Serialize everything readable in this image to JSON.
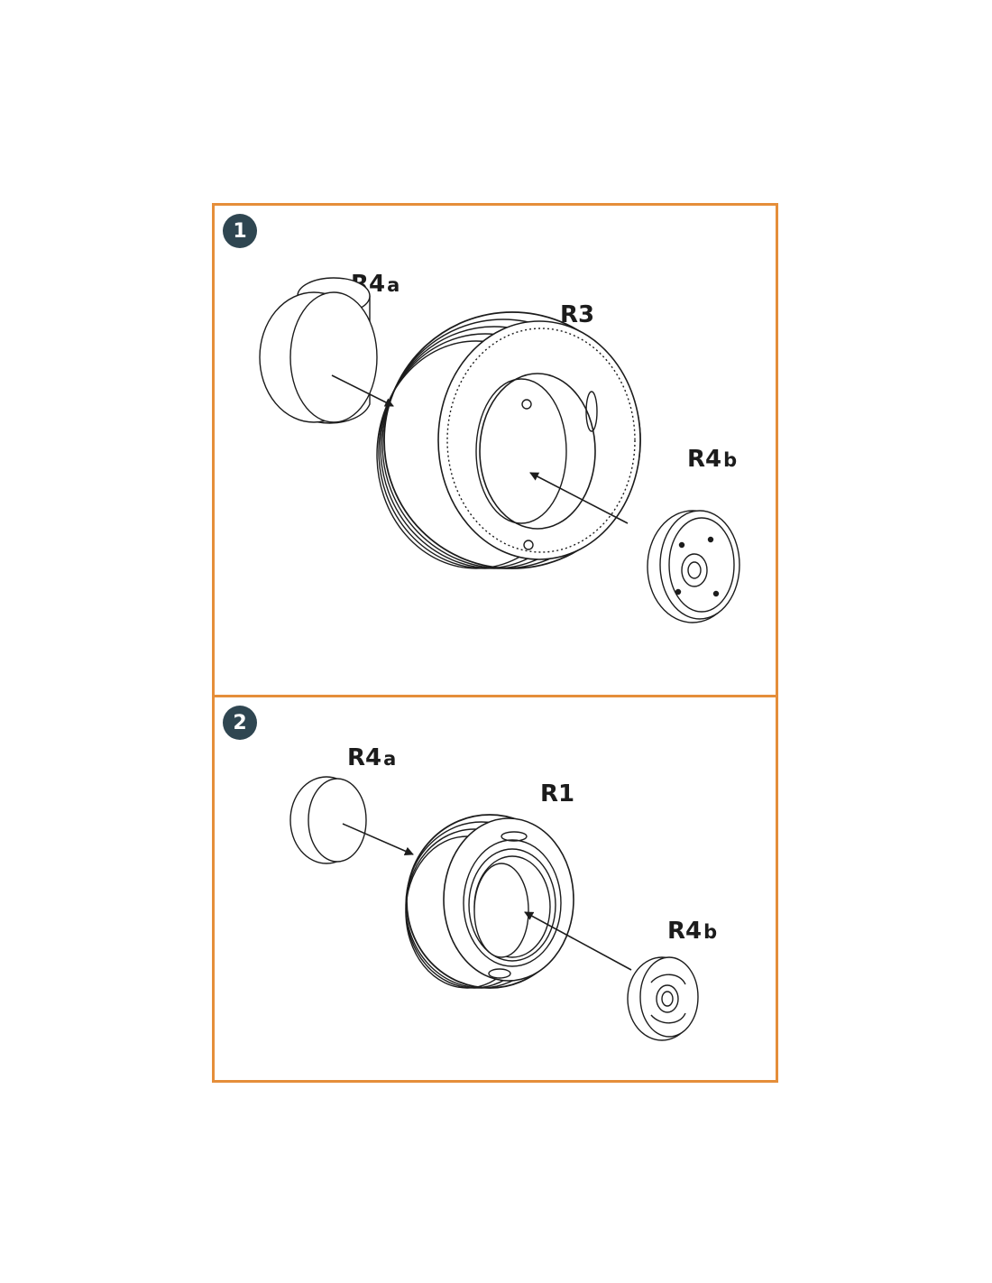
{
  "steps": [
    {
      "number": "1",
      "labels": {
        "hub_front": {
          "main": "R4",
          "sub": "a"
        },
        "tire": {
          "main": "R3",
          "sub": ""
        },
        "hub_back": {
          "main": "R4",
          "sub": "b"
        }
      }
    },
    {
      "number": "2",
      "labels": {
        "hub_front": {
          "main": "R4",
          "sub": "a"
        },
        "tire": {
          "main": "R1",
          "sub": ""
        },
        "hub_back": {
          "main": "R4",
          "sub": "b"
        }
      }
    }
  ],
  "colors": {
    "frame": "#e58e3a",
    "badge": "#2f4651",
    "line": "#1c1c1c"
  },
  "icons": [
    "arrow-icon",
    "wheel-hub-icon",
    "tire-icon"
  ]
}
